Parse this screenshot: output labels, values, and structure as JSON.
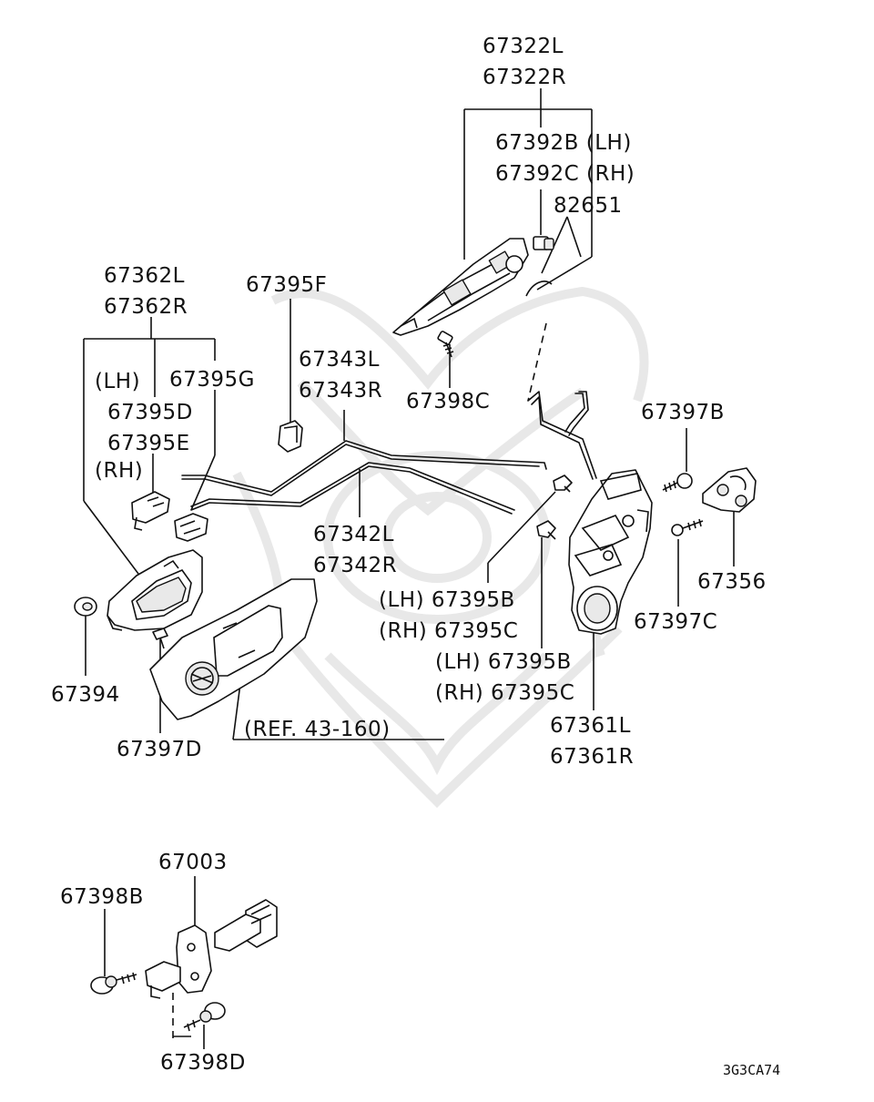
{
  "diagram": {
    "labels": {
      "p67322L": "67322L",
      "p67322R": "67322R",
      "p67392B": "67392B (LH)",
      "p67392C": "67392C (RH)",
      "p82651": "82651",
      "p67362L": "67362L",
      "p67362R": "67362R",
      "p67395F": "67395F",
      "p67343L": "67343L",
      "p67343R": "67343R",
      "p67398C": "67398C",
      "p67397B": "67397B",
      "p67395G": "67395G",
      "lh1": "(LH)",
      "p67395D": "67395D",
      "p67395E": "67395E",
      "rh1": "(RH)",
      "p67342L": "67342L",
      "p67342R": "67342R",
      "p67356": "67356",
      "p67395B_a": "(LH) 67395B",
      "p67395C_a": "(RH) 67395C",
      "p67397C": "67397C",
      "p67394": "67394",
      "p67395B_b": "(LH) 67395B",
      "p67395C_b": "(RH) 67395C",
      "ref": "(REF. 43-160)",
      "p67361L": "67361L",
      "p67361R": "67361R",
      "p67397D": "67397D",
      "p67003": "67003",
      "p67398B": "67398B",
      "p67398D": "67398D"
    },
    "drawing_code": "3G3CA74"
  }
}
